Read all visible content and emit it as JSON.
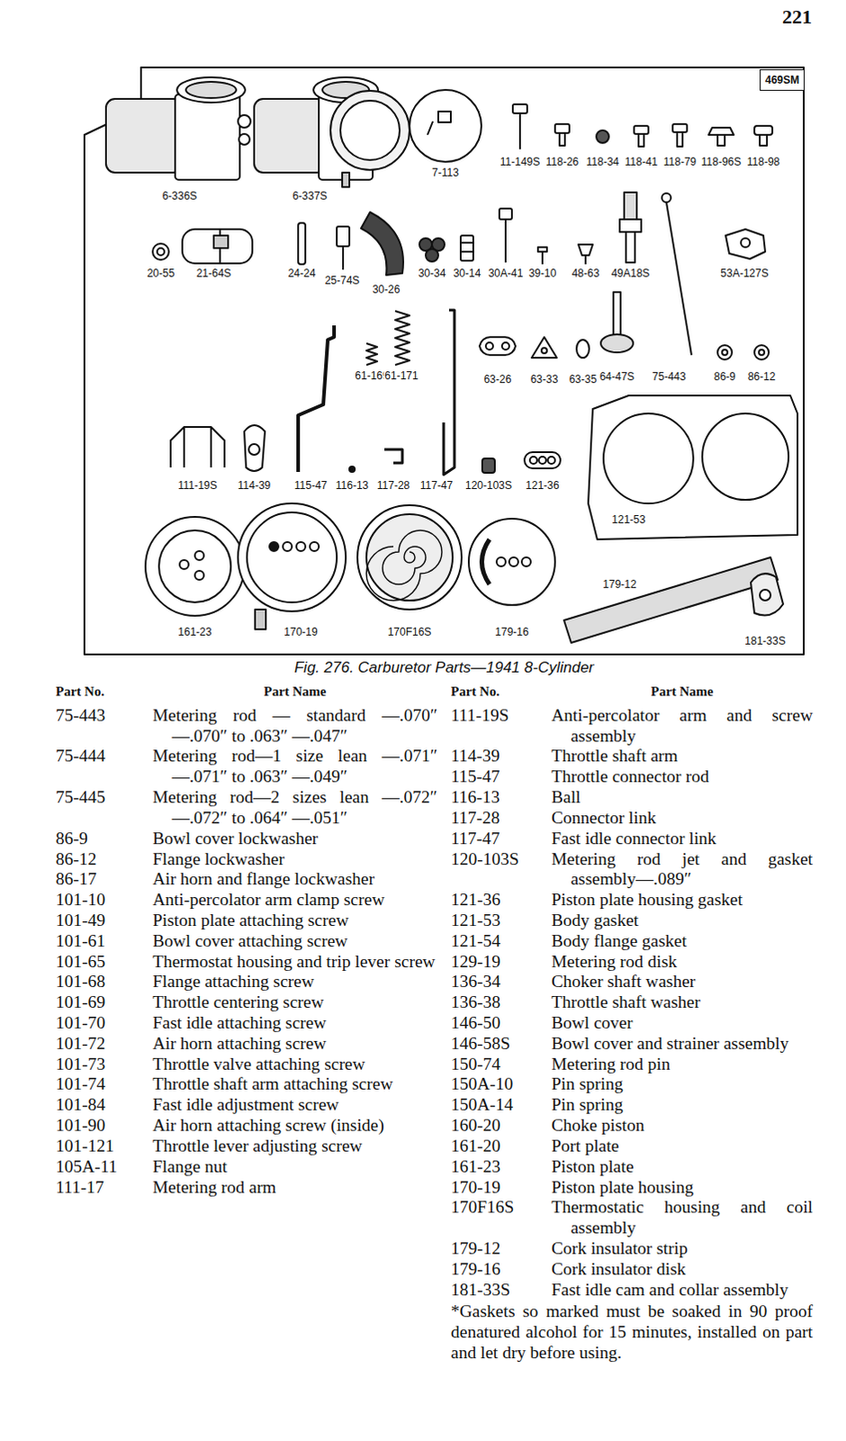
{
  "diagram": {
    "caption": "Fig. 276. Carburetor Parts—1941 8-Cylinder",
    "nodes": [
      {
        "text": [
          "469SM"
        ]
      }
    ],
    "labels": [
      "221",
      "6-336S",
      "6-337S",
      "7-113",
      "11-149S",
      "118-26",
      "118-34",
      "118-41",
      "118-79",
      "118-96S",
      "118-98",
      "20-55",
      "21-64S",
      "24-24",
      "25-74S",
      "30-26",
      "30-34",
      "30-14",
      "30A-41",
      "39-10",
      "48-63",
      "49A18S",
      "53A-127S",
      "61-169",
      "61-171",
      "63-26",
      "63-33",
      "63-35",
      "64-47S",
      "75-443",
      "86-9",
      "86-12",
      "111-19S",
      "114-39",
      "115-47",
      "116-13",
      "117-28",
      "117-47",
      "120-103S",
      "121-36",
      "121-53",
      "161-23",
      "170-19",
      "170F16S",
      "179-16",
      "179-12",
      "181-33S",
      "Part No.",
      "Part Name",
      "Part No.",
      "Part Name",
      "75-443",
      "Metering rod — standard —.070″—.070″ to .063″ —.047″",
      "75-444",
      "Metering rod—1 size lean —.071″—.071″ to .063″ —.049″",
      "75-445",
      "Metering rod—2 sizes lean —.072″—.072″ to .064″ —.051″",
      "86-9",
      "Bowl cover lockwasher",
      "86-12",
      "Flange lockwasher",
      "86-17",
      "Air horn and flange lockwasher",
      "101-10",
      "Anti-percolator arm clamp screw",
      "101-49",
      "Piston plate attaching screw",
      "101-61",
      "Bowl cover attaching screw",
      "101-65",
      "Thermostat housing and trip lever screw",
      "101-68",
      "Flange attaching screw",
      "101-69",
      "Throttle centering screw",
      "101-70",
      "Fast idle attaching screw",
      "101-72",
      "Air horn attaching screw",
      "101-73",
      "Throttle valve attaching screw",
      "101-74",
      "Throttle shaft arm attaching screw",
      "101-84",
      "Fast idle adjustment screw",
      "101-90",
      "Air horn attaching screw (inside)",
      "101-121",
      "Throttle lever adjusting screw",
      "105A-11",
      "Flange nut",
      "111-17",
      "Metering rod arm",
      "111-19S",
      "Anti-percolator arm and screw assembly",
      "114-39",
      "Throttle shaft arm",
      "115-47",
      "Throttle connector rod",
      "116-13",
      "Ball",
      "117-28",
      "Connector link",
      "117-47",
      "Fast idle connector link",
      "120-103S",
      "Metering rod jet and gasket assembly—.089″",
      "121-36",
      "Piston plate housing gasket",
      "121-53",
      "Body gasket",
      "121-54",
      "Body flange gasket",
      "129-19",
      "Metering rod disk",
      "136-34",
      "Choker shaft washer",
      "136-38",
      "Throttle shaft washer",
      "146-50",
      "Bowl cover",
      "146-58S",
      "Bowl cover and strainer assembly",
      "150-74",
      "Metering rod pin",
      "150A-10",
      "Pin spring",
      "150A-14",
      "Pin spring",
      "160-20",
      "Choke piston",
      "161-20",
      "Port plate",
      "161-23",
      "Piston plate",
      "170-19",
      "Piston plate housing",
      "170F16S",
      "Thermostatic housing and coil assembly",
      "179-12",
      "Cork insulator strip",
      "179-16",
      "Cork insulator disk",
      "181-33S",
      "Fast idle cam and collar assembly",
      "*Gaskets so marked must be soaked in 90 proof denatured alcohol for 15 minutes, installed on part and let dry before using."
    ]
  }
}
